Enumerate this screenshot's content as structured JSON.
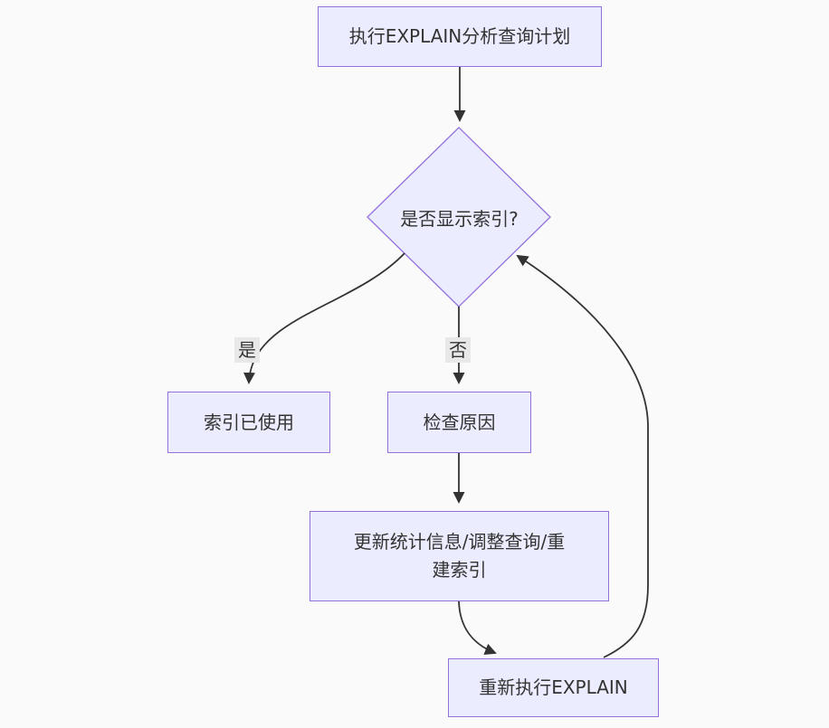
{
  "page": {
    "background": "#fafafa"
  },
  "diagram": {
    "type": "flowchart",
    "direction": "top-down",
    "colors": {
      "node_fill": "#ECECFF",
      "node_border": "#9370DB",
      "text": "#333333",
      "edge": "#333333",
      "edge_label_bg": "#e8e8e8"
    },
    "nodes": {
      "start": {
        "shape": "rect",
        "label": "执行EXPLAIN分析查询计划"
      },
      "decision": {
        "shape": "diamond",
        "label": "是否显示索引?"
      },
      "index_used": {
        "shape": "rect",
        "label": "索引已使用"
      },
      "check_reason": {
        "shape": "rect",
        "label": "检查原因"
      },
      "update_stats": {
        "shape": "rect",
        "label": "更新统计信息/调整查询/重建索引"
      },
      "rerun_explain": {
        "shape": "rect",
        "label": "重新执行EXPLAIN"
      }
    },
    "edges": [
      {
        "from": "start",
        "to": "decision",
        "label": ""
      },
      {
        "from": "decision",
        "to": "index_used",
        "label": "是"
      },
      {
        "from": "decision",
        "to": "check_reason",
        "label": "否"
      },
      {
        "from": "check_reason",
        "to": "update_stats",
        "label": ""
      },
      {
        "from": "update_stats",
        "to": "rerun_explain",
        "label": ""
      },
      {
        "from": "rerun_explain",
        "to": "decision",
        "label": ""
      }
    ]
  }
}
